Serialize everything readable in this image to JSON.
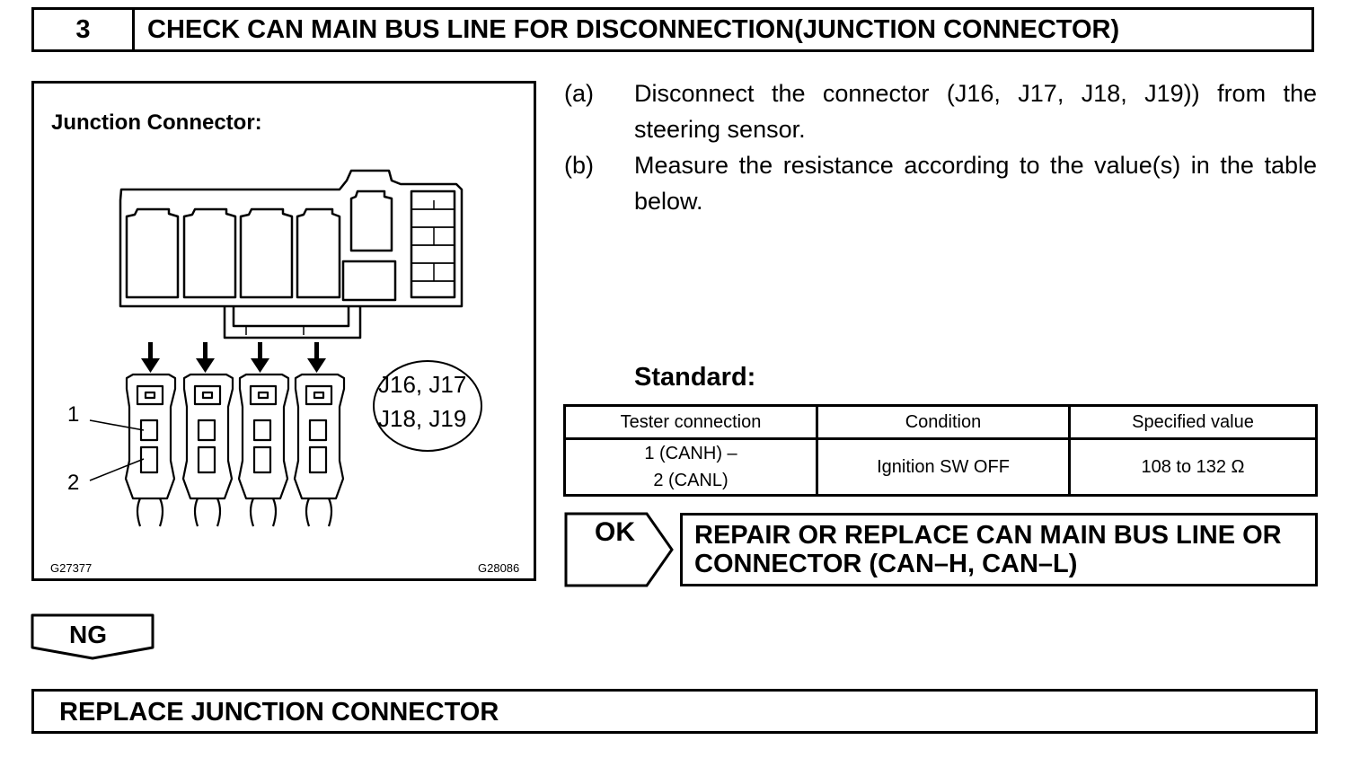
{
  "step": {
    "number": "3",
    "title": "CHECK CAN MAIN BUS LINE FOR DISCONNECTION(JUNCTION CONNECTOR)"
  },
  "figure": {
    "title": "Junction Connector:",
    "connector_label_line1": "J16, J17",
    "connector_label_line2": "J18, J19",
    "callout_1": "1",
    "callout_2": "2",
    "code_left": "G27377",
    "code_right": "G28086"
  },
  "instructions": [
    {
      "letter": "(a)",
      "text": "Disconnect the connector (J16, J17, J18, J19)) from the steering sensor."
    },
    {
      "letter": "(b)",
      "text": "Measure the resistance according to the value(s) in the table below."
    }
  ],
  "standard_label": "Standard:",
  "table": {
    "headers": [
      "Tester connection",
      "Condition",
      "Specified value"
    ],
    "rows": [
      {
        "tester_line1": "1 (CANH) –",
        "tester_line2": "2 (CANL)",
        "condition": "Ignition SW OFF",
        "value": "108 to 132 Ω"
      }
    ]
  },
  "ok_branch": {
    "label": "OK",
    "result": "REPAIR OR REPLACE CAN MAIN BUS LINE OR CONNECTOR (CAN–H, CAN–L)"
  },
  "ng_branch": {
    "label": "NG",
    "result": "REPLACE JUNCTION CONNECTOR"
  }
}
